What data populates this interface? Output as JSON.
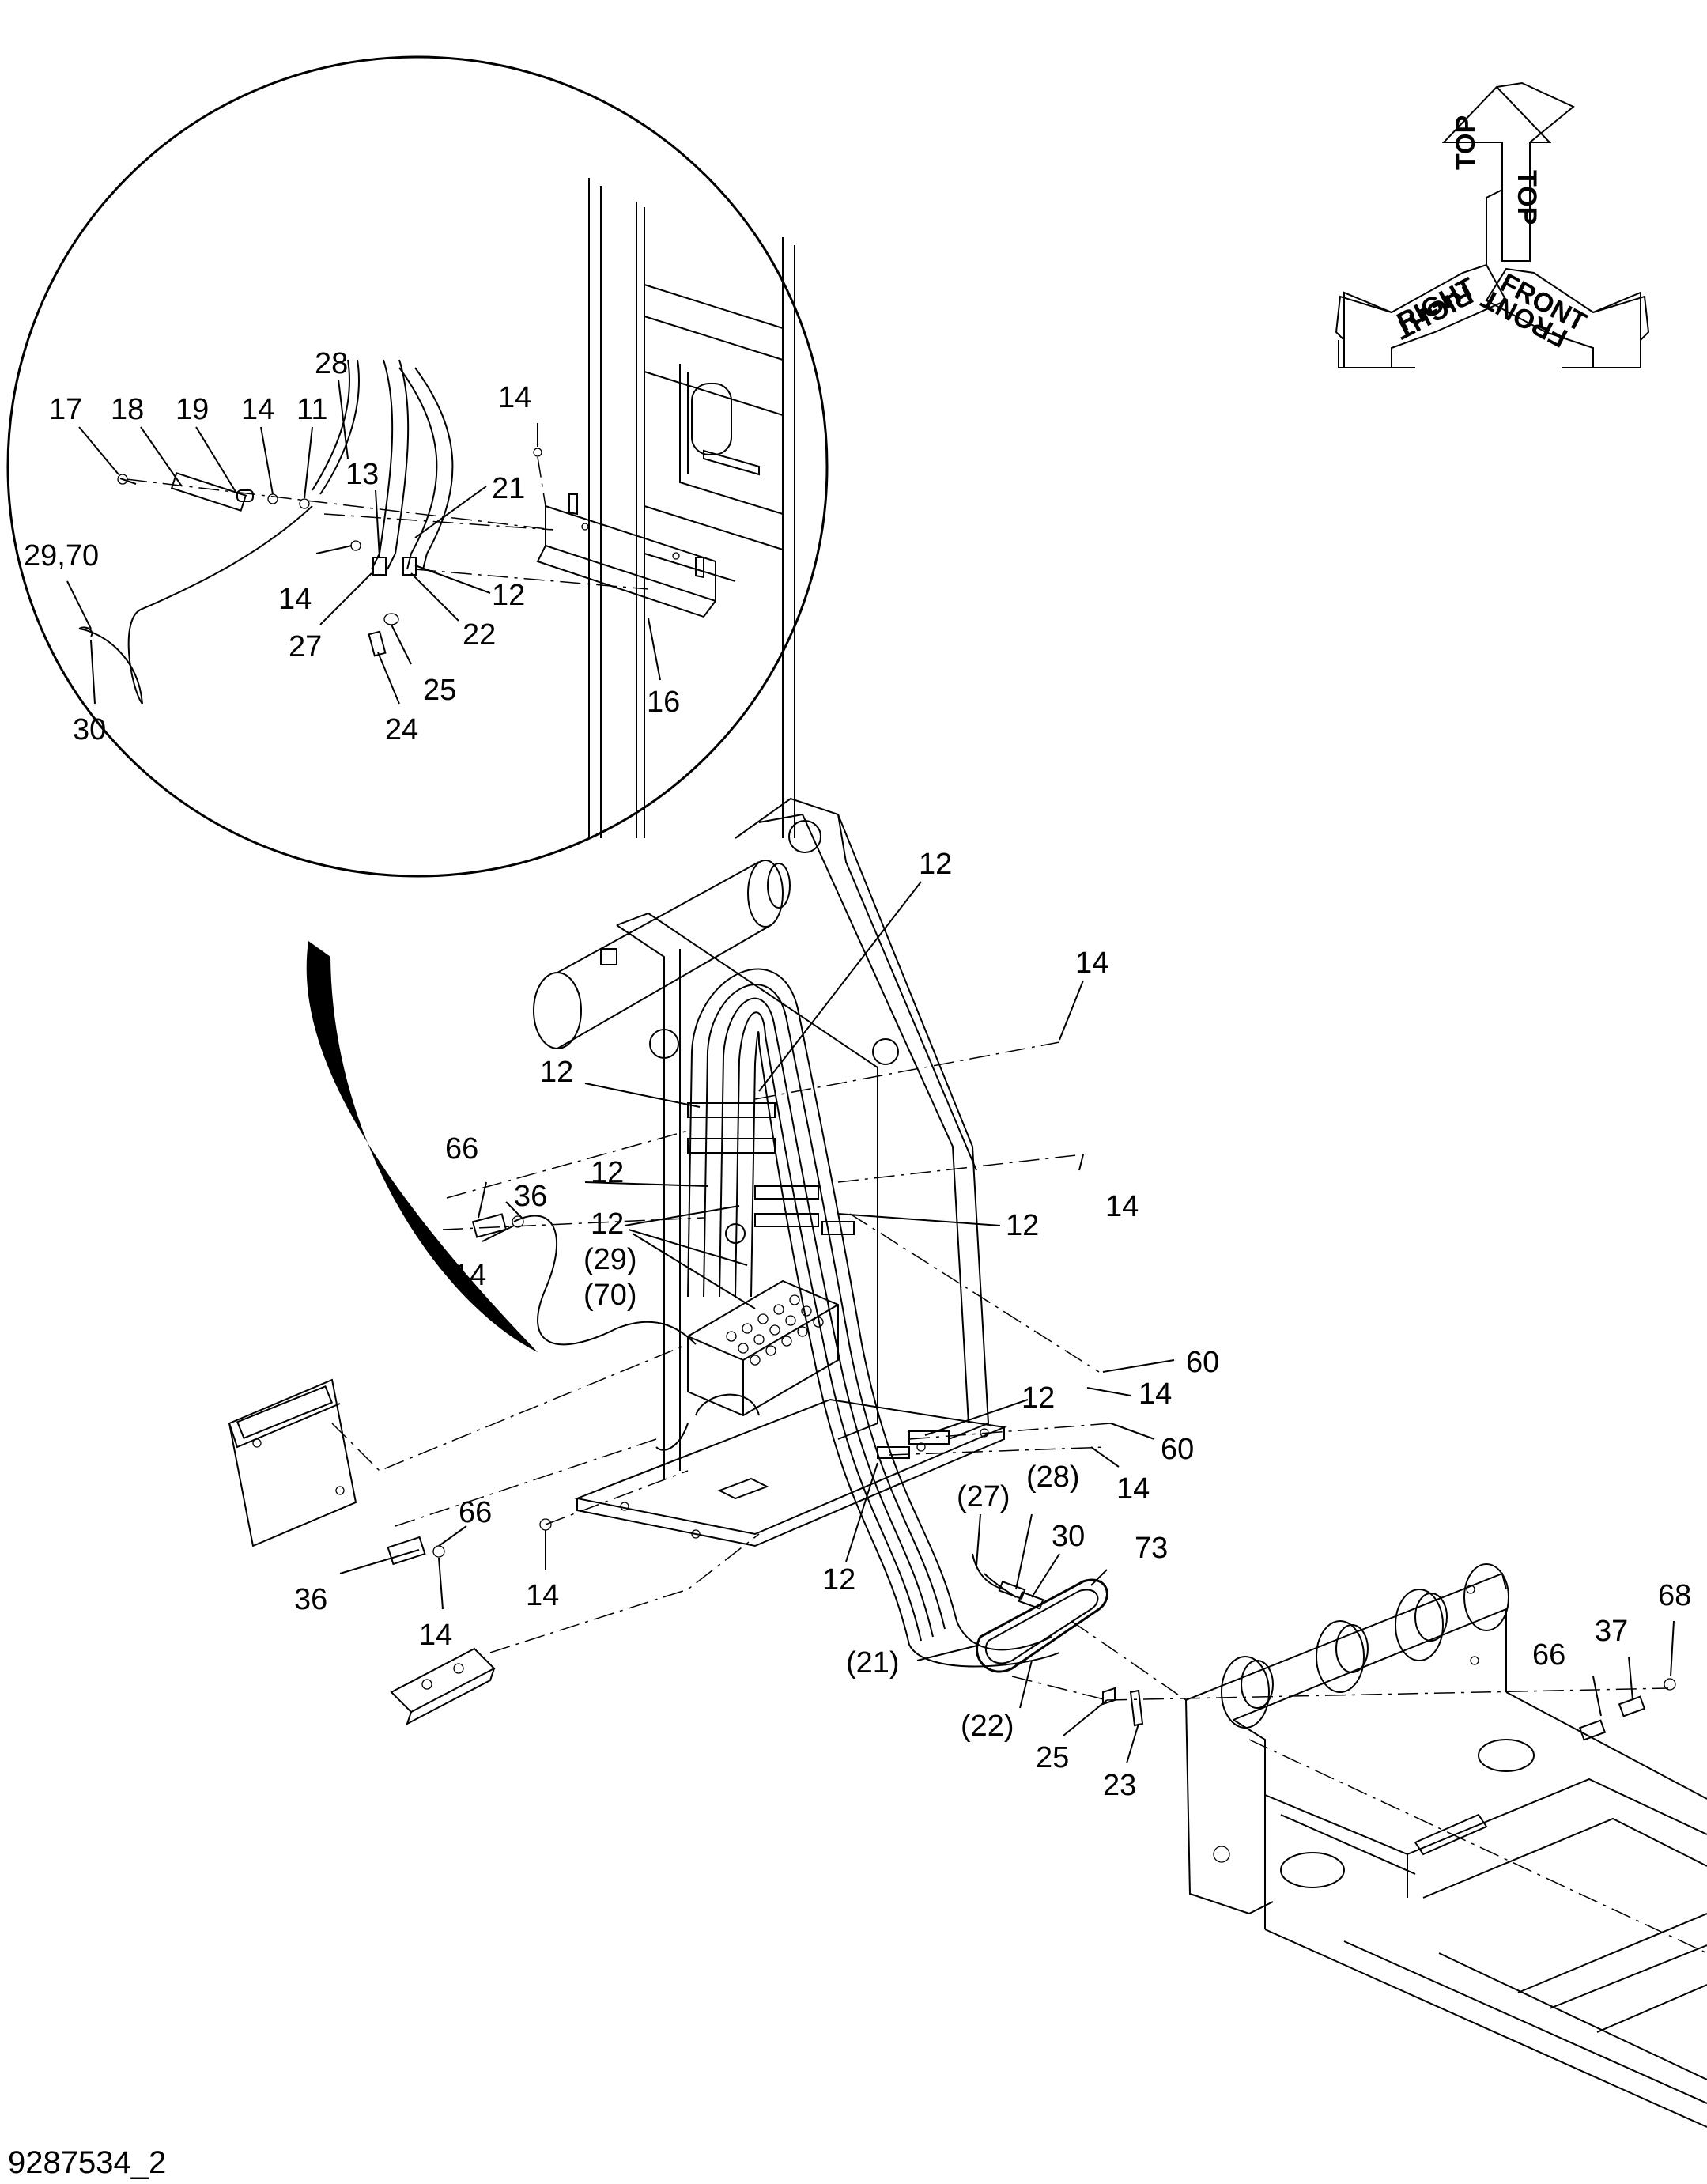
{
  "drawing_number": "9287534_2",
  "orientation_labels": {
    "top": "TOP",
    "right": "RIGHT",
    "front": "FRONT"
  },
  "detail_callouts": [
    "17",
    "18",
    "19",
    "14",
    "11",
    "28",
    "13",
    "21",
    "14",
    "29,70",
    "14",
    "27",
    "12",
    "22",
    "25",
    "24",
    "30",
    "16"
  ],
  "main_callouts": [
    "12",
    "14",
    "12",
    "66",
    "12",
    "36",
    "12",
    "12",
    "14",
    "14",
    "(29)",
    "(70)",
    "60",
    "12",
    "14",
    "60",
    "14",
    "66",
    "36",
    "14",
    "14",
    "(27)",
    "(28)",
    "30",
    "73",
    "12",
    "(21)",
    "(22)",
    "25",
    "23",
    "66",
    "37",
    "68"
  ]
}
